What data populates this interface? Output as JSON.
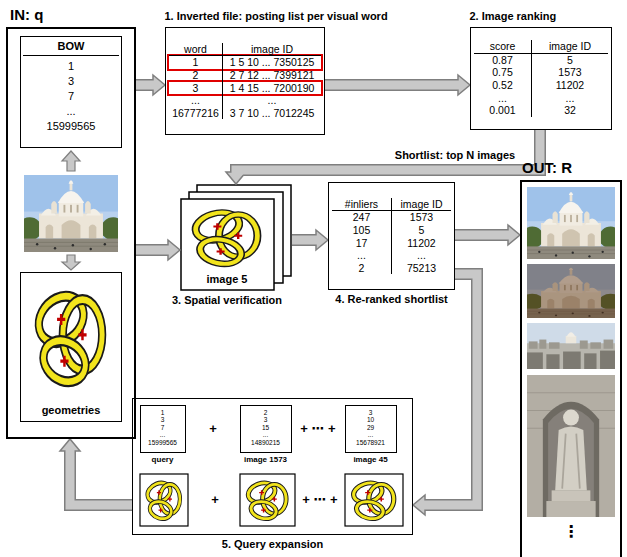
{
  "diagram": {
    "nodes": [
      {
        "text": [
          "IN: q"
        ]
      },
      {
        "text": [
          "BOW",
          "1",
          "3",
          "7",
          "...",
          "15999565"
        ],
        "in": 0
      },
      {
        "text": [
          "geometries"
        ],
        "in": 0
      },
      {
        "text": [
          "1. Inverted file: posting list per visual word",
          "word",
          "image ID",
          "1",
          "1 5 10 ... 7350125",
          "2",
          "2 7 12 ... 7399121",
          "3",
          "1 4 15 ... 7200190",
          "...",
          "...",
          "16777216",
          "3 7 10 ... 7012245"
        ]
      },
      {
        "text": [
          "2. Image ranking",
          "score",
          "image ID",
          "0.87",
          "5",
          "0.75",
          "1573",
          "0.52",
          "11202",
          "...",
          "...",
          "0.001",
          "32"
        ]
      },
      {
        "text": [
          "image 5",
          "3. Spatial verification"
        ]
      },
      {
        "text": [
          "#inliers",
          "image ID",
          "247",
          "1573",
          "105",
          "5",
          "17",
          "11202",
          "...",
          "...",
          "2",
          "75213",
          "4. Re-ranked shortlist"
        ]
      },
      {
        "text": [
          "OUT: R",
          "⋮"
        ]
      },
      {
        "text": [
          "5. Query expansion"
        ]
      },
      {
        "text": [
          "1",
          "3",
          "7",
          "...",
          "15999565",
          "query"
        ],
        "in": 8
      },
      {
        "text": [
          "2",
          "3",
          "15",
          "...",
          "14890215",
          "image 1573"
        ],
        "in": 8
      },
      {
        "text": [
          "3",
          "10",
          "29",
          "...",
          "15678921",
          "image 45"
        ],
        "in": 8
      }
    ],
    "edges": [
      {
        "from": 0,
        "to": 3,
        "arrow": "to"
      },
      {
        "from": 3,
        "to": 4,
        "arrow": "to"
      },
      {
        "from": 4,
        "to": 5,
        "label": "Shortlist: top N images",
        "arrow": "to"
      },
      {
        "from": 0,
        "to": 5,
        "arrow": "to"
      },
      {
        "from": 5,
        "to": 6,
        "arrow": "to"
      },
      {
        "from": 6,
        "to": 7,
        "arrow": "to"
      },
      {
        "from": 6,
        "to": 8,
        "arrow": "to"
      },
      {
        "from": 8,
        "to": 0,
        "arrow": "to"
      }
    ],
    "labels": [
      "+",
      "+ ⋯ +",
      "+",
      "+ ⋯ +"
    ]
  }
}
